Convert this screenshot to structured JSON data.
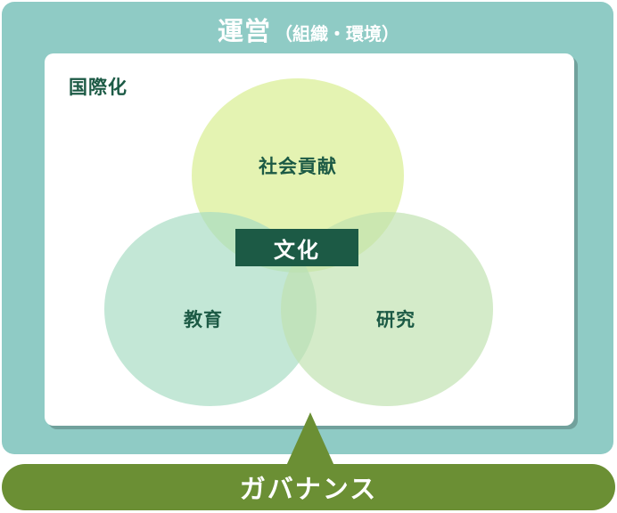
{
  "outer": {
    "title": "運営",
    "subtitle": "（組織・環境）"
  },
  "panel": {
    "label": "国際化"
  },
  "circles": {
    "top": "社会貢献",
    "left": "教育",
    "right": "研究"
  },
  "center": {
    "label": "文化"
  },
  "governance": {
    "label": "ガバナンス"
  },
  "colors": {
    "outer_frame": "#8fcbc5",
    "circle_top": "#e2f1aa",
    "circle_left": "#b9e2cf",
    "circle_right": "#cde7c0",
    "dark_green": "#1c5a45",
    "governance": "#6b8f34"
  }
}
